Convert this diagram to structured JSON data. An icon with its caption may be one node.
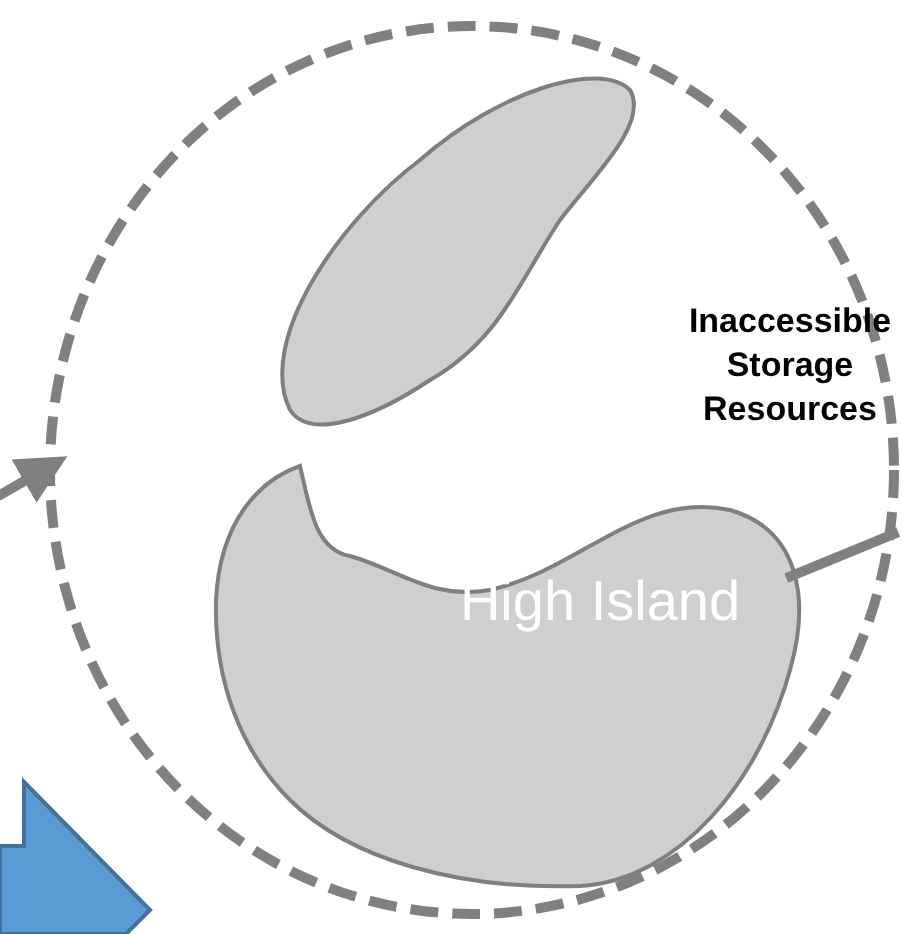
{
  "diagram": {
    "nodes": [
      {
        "text": [
          "Inaccessible Storage Resources"
        ]
      },
      {
        "text": [],
        "shape": "blob",
        "in": 0
      },
      {
        "text": [
          "High Island"
        ],
        "in": 0
      }
    ],
    "edges": [
      {
        "from": null,
        "to": 0,
        "arrow": "to"
      },
      {
        "from": 2,
        "to": null,
        "arrow": "none"
      }
    ]
  }
}
